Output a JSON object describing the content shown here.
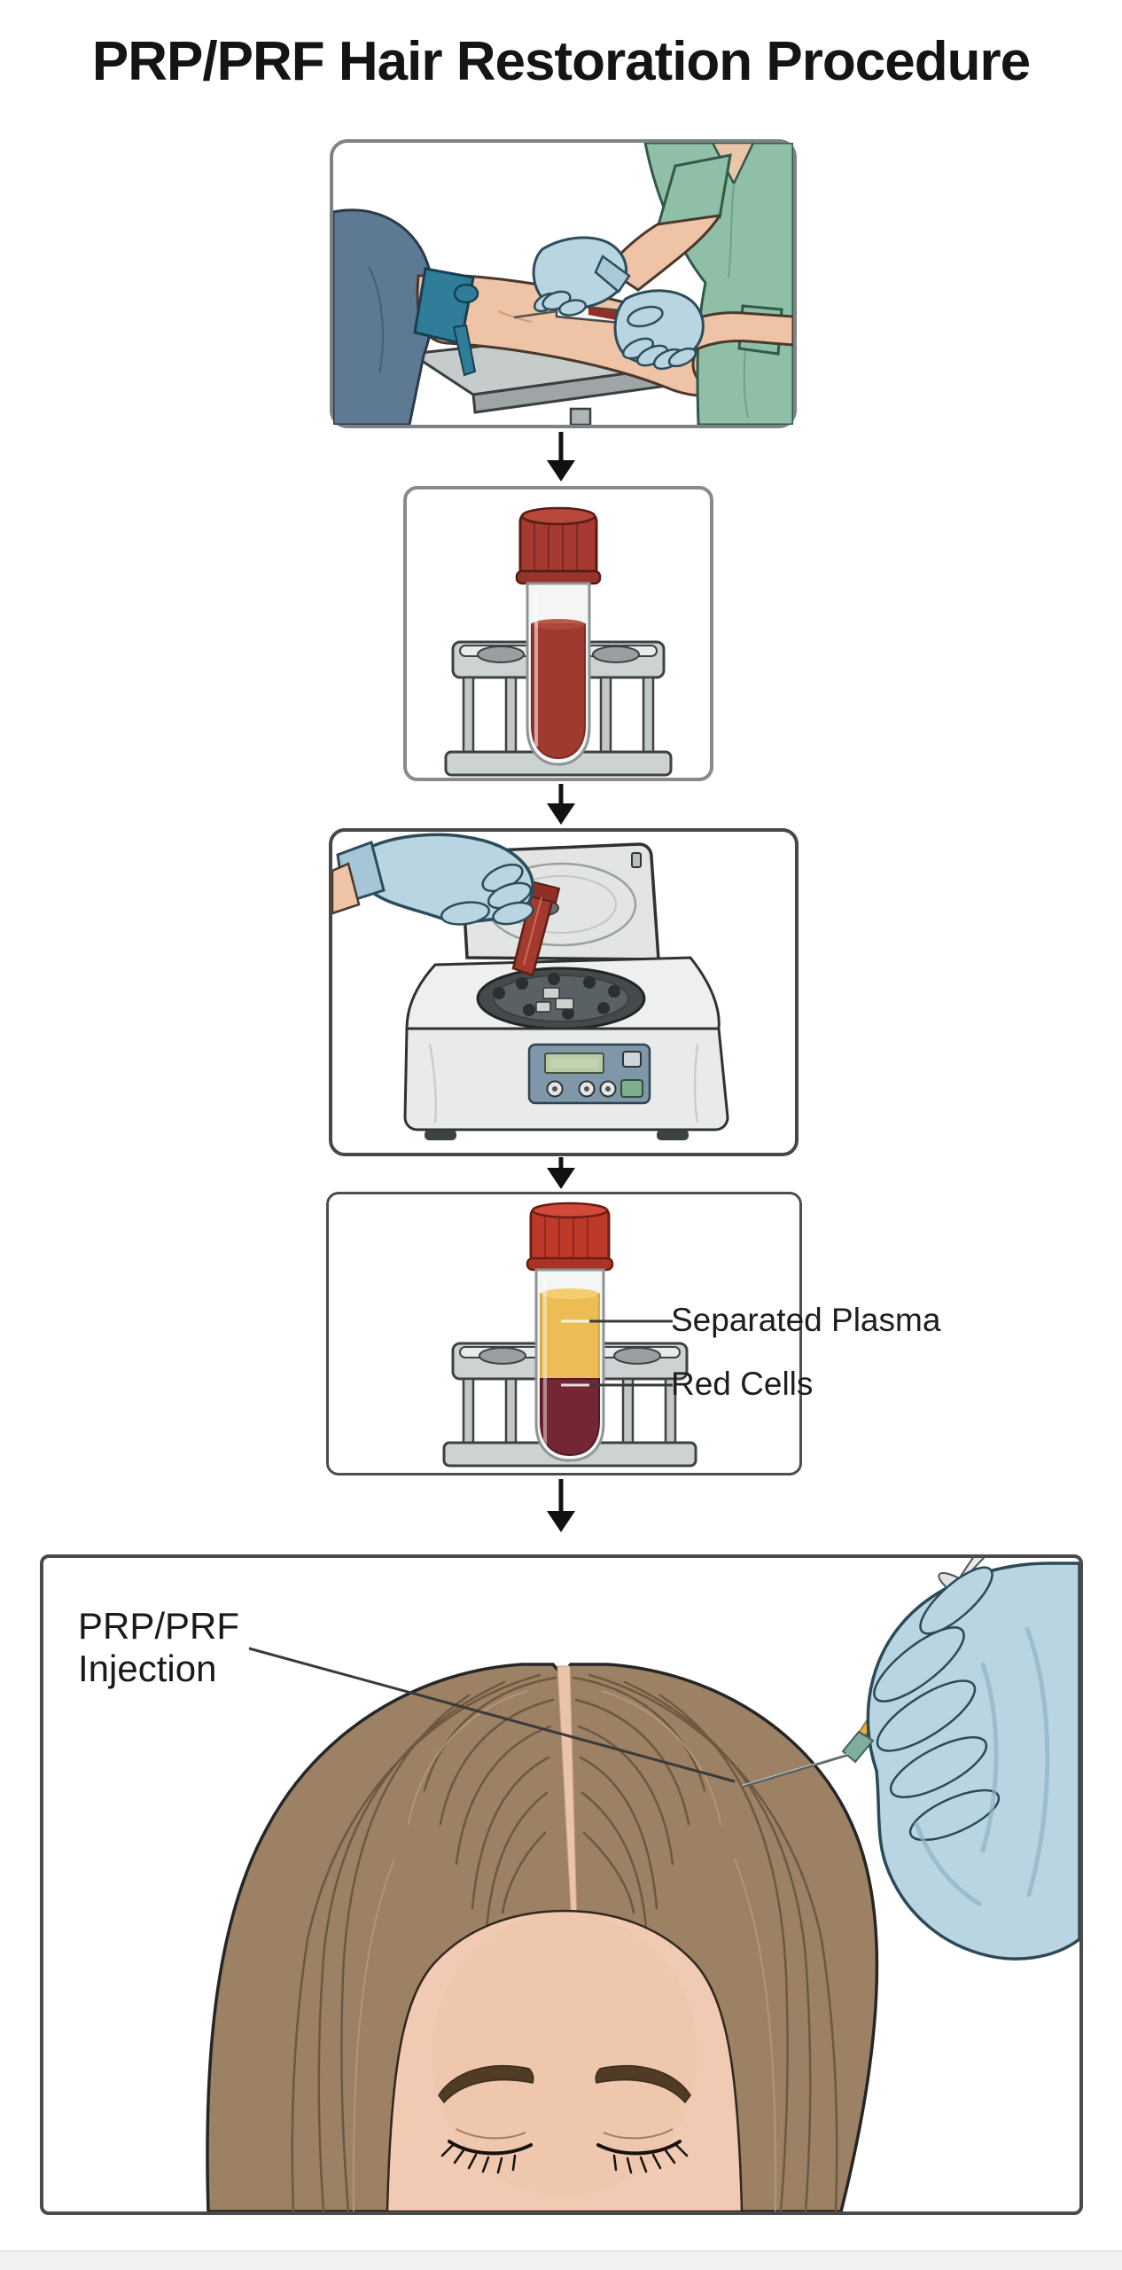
{
  "page": {
    "title": "PRP/PRF Hair Restoration Procedure",
    "background": "#ffffff",
    "footer_strip_color": "#f1f1f1"
  },
  "diagram": {
    "type": "vertical-flowchart",
    "arrow_icon": "down-arrow-icon",
    "steps": [
      {
        "icon": "blood-draw-illustration"
      },
      {
        "icon": "blood-tube-illustration"
      },
      {
        "icon": "centrifuge-illustration"
      },
      {
        "icon": "separated-tube-illustration"
      },
      {
        "icon": "scalp-injection-illustration"
      }
    ]
  },
  "annotations": {
    "separated_plasma": "Separated Plasma",
    "red_cells": "Red Cells",
    "injection_line1": "PRP/PRF",
    "injection_line2": "Injection"
  },
  "colors": {
    "title_text": "#141414",
    "annotation_text": "#1e1e1e",
    "arrow": "#111111",
    "panel_border": "#4a4a4a",
    "blood": "#a03a2e",
    "plasma_yellow": "#ecbd55",
    "red_cells_dark": "#742633",
    "tube_cap_red": "#b23a2c",
    "glove_blue": "#b9d5e2",
    "scrub_green": "#8fbfa6",
    "skin": "#eec3a6",
    "hair_brown": "#9c8164",
    "metal_gray": "#cdd2d2",
    "machine_panel_blue": "#7f97a9",
    "lcd_green": "#b8cba4"
  }
}
